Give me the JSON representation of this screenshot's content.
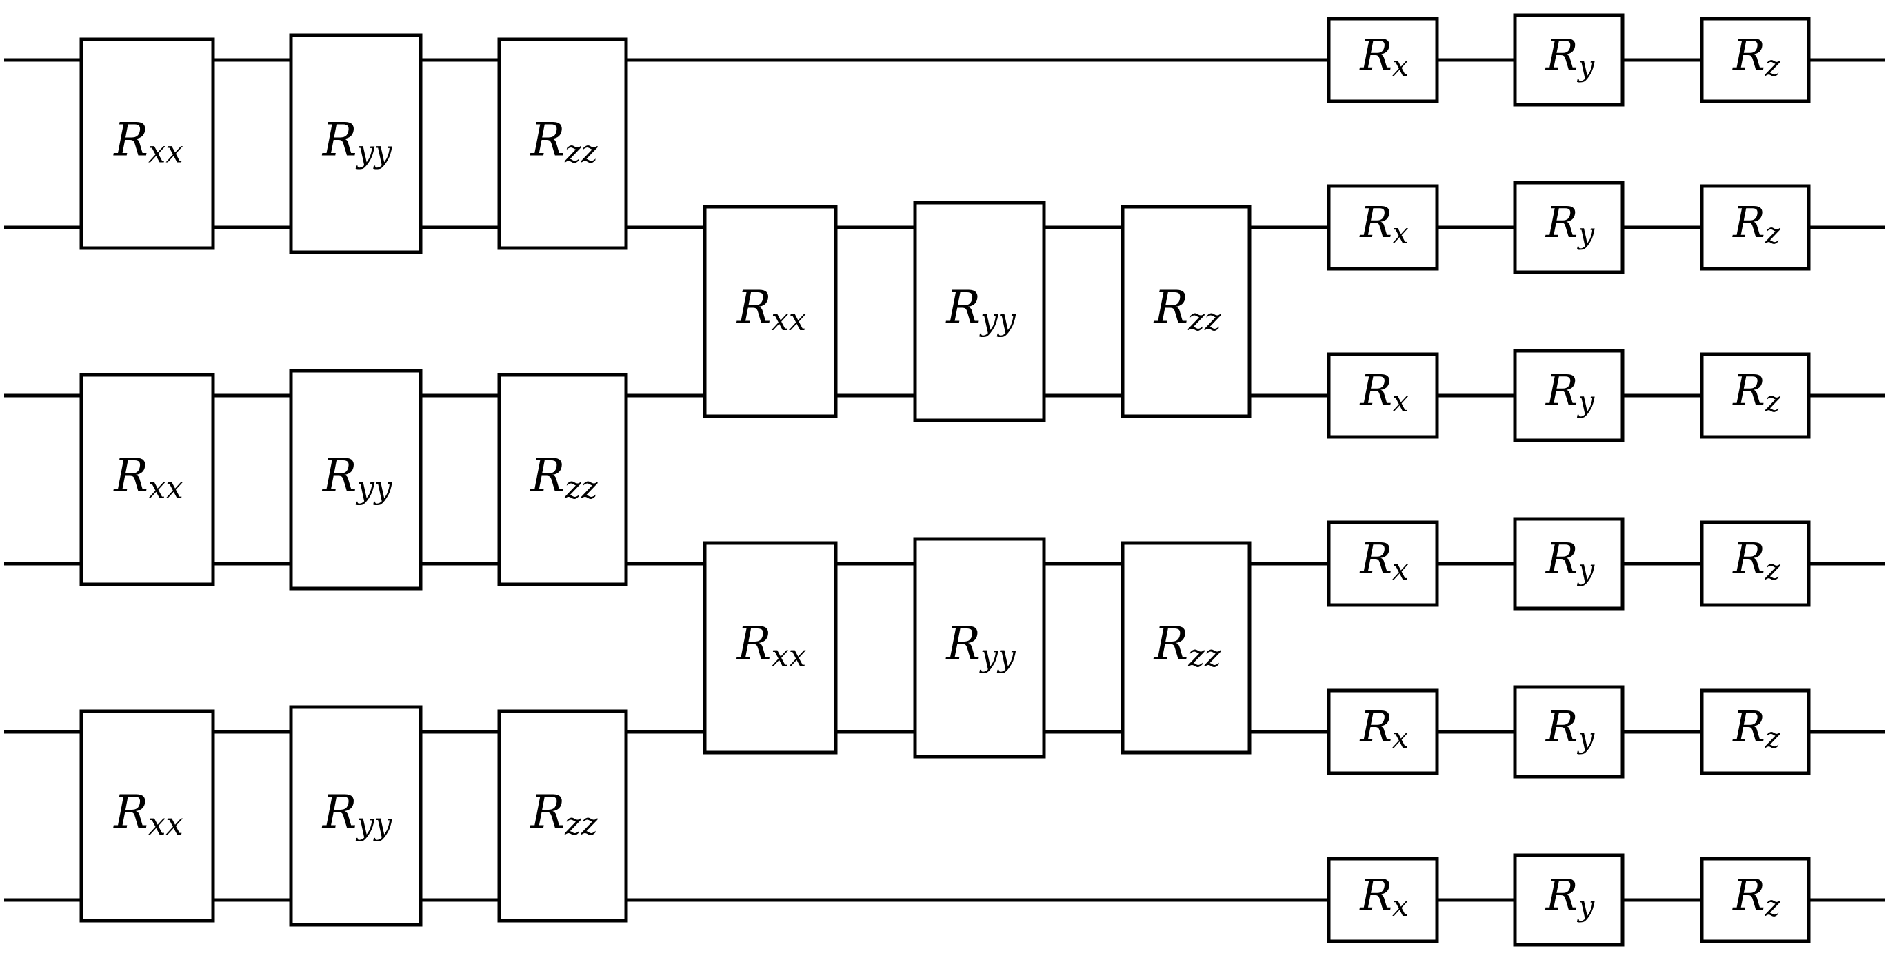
{
  "circuit": {
    "qubit_count": 6,
    "two_qubit_gates": [
      {
        "base": "R",
        "sub": "xx",
        "qubits": [
          0,
          1
        ]
      },
      {
        "base": "R",
        "sub": "yy",
        "qubits": [
          0,
          1
        ]
      },
      {
        "base": "R",
        "sub": "zz",
        "qubits": [
          0,
          1
        ]
      },
      {
        "base": "R",
        "sub": "xx",
        "qubits": [
          2,
          3
        ]
      },
      {
        "base": "R",
        "sub": "yy",
        "qubits": [
          2,
          3
        ]
      },
      {
        "base": "R",
        "sub": "zz",
        "qubits": [
          2,
          3
        ]
      },
      {
        "base": "R",
        "sub": "xx",
        "qubits": [
          4,
          5
        ]
      },
      {
        "base": "R",
        "sub": "yy",
        "qubits": [
          4,
          5
        ]
      },
      {
        "base": "R",
        "sub": "zz",
        "qubits": [
          4,
          5
        ]
      },
      {
        "base": "R",
        "sub": "xx",
        "qubits": [
          1,
          2
        ]
      },
      {
        "base": "R",
        "sub": "yy",
        "qubits": [
          1,
          2
        ]
      },
      {
        "base": "R",
        "sub": "zz",
        "qubits": [
          1,
          2
        ]
      },
      {
        "base": "R",
        "sub": "xx",
        "qubits": [
          3,
          4
        ]
      },
      {
        "base": "R",
        "sub": "yy",
        "qubits": [
          3,
          4
        ]
      },
      {
        "base": "R",
        "sub": "zz",
        "qubits": [
          3,
          4
        ]
      }
    ],
    "single_qubit_gates": [
      {
        "base": "R",
        "sub": "x"
      },
      {
        "base": "R",
        "sub": "y"
      },
      {
        "base": "R",
        "sub": "z"
      }
    ]
  }
}
